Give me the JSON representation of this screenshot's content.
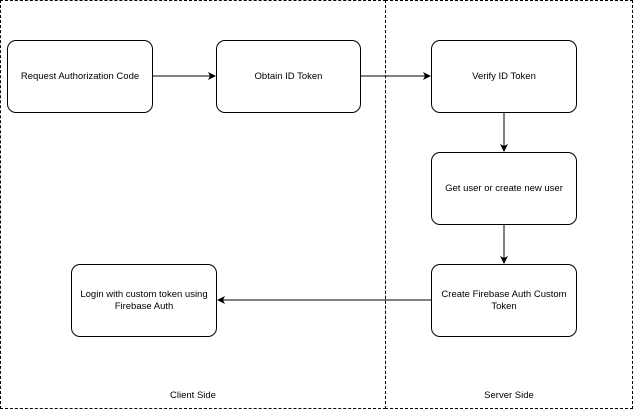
{
  "regions": {
    "client": {
      "label": "Client Side"
    },
    "server": {
      "label": "Server Side"
    }
  },
  "nodes": {
    "request_authorization_code": "Request Authorization Code",
    "obtain_id_token": "Obtain ID Token",
    "verify_id_token": "Verify ID Token",
    "get_or_create_user": "Get user or create new user",
    "create_custom_token": "Create Firebase Auth Custom Token",
    "login_custom_token": "Login with custom token using Firebase Auth"
  },
  "edges": [
    {
      "from": "request_authorization_code",
      "to": "obtain_id_token"
    },
    {
      "from": "obtain_id_token",
      "to": "verify_id_token"
    },
    {
      "from": "verify_id_token",
      "to": "get_or_create_user"
    },
    {
      "from": "get_or_create_user",
      "to": "create_custom_token"
    },
    {
      "from": "create_custom_token",
      "to": "login_custom_token"
    }
  ],
  "colors": {
    "line": "#000000",
    "background": "#ffffff"
  }
}
